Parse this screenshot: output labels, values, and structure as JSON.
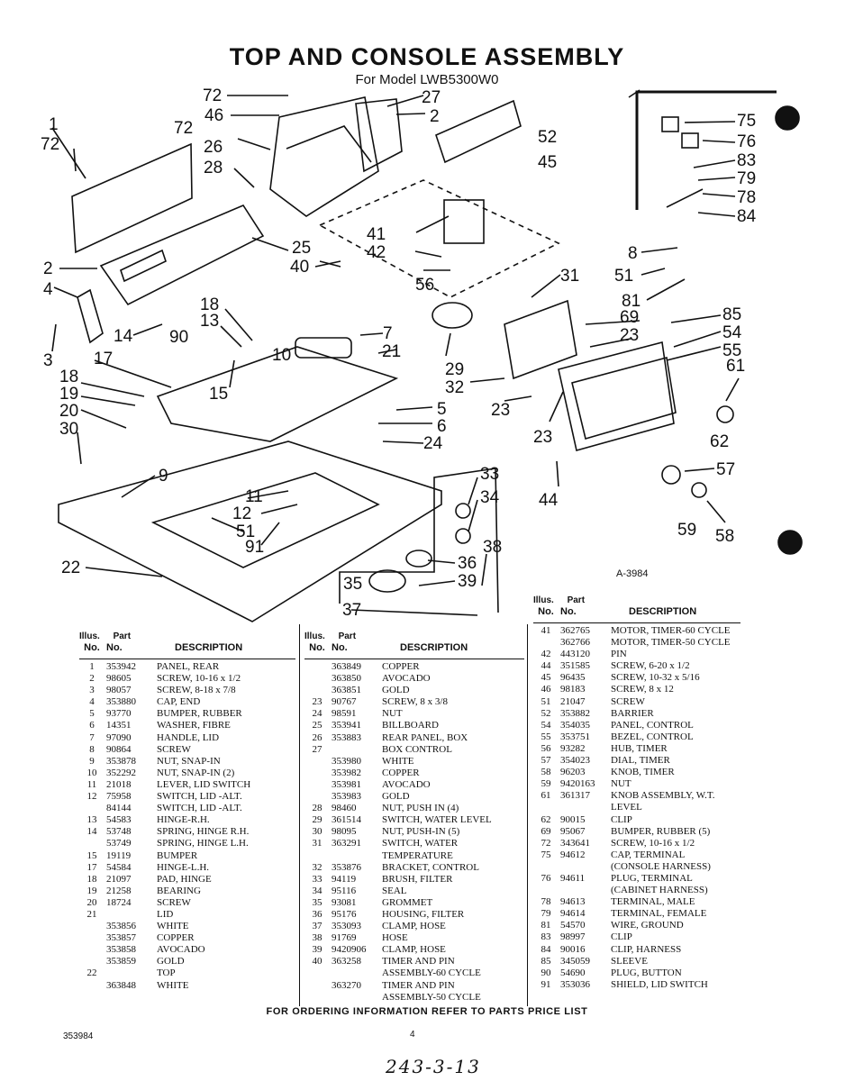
{
  "header": {
    "title": "TOP AND CONSOLE ASSEMBLY",
    "subtitle": "For Model LWB5300W0"
  },
  "diagram": {
    "figure_code": "A-3984",
    "callouts": [
      "1",
      "2",
      "3",
      "4",
      "5",
      "6",
      "7",
      "8",
      "9",
      "10",
      "11",
      "12",
      "13",
      "14",
      "15",
      "17",
      "18",
      "19",
      "20",
      "21",
      "22",
      "23",
      "24",
      "25",
      "26",
      "27",
      "28",
      "29",
      "30",
      "31",
      "32",
      "33",
      "34",
      "35",
      "36",
      "37",
      "38",
      "39",
      "40",
      "41",
      "42",
      "44",
      "45",
      "46",
      "51",
      "52",
      "54",
      "55",
      "56",
      "57",
      "58",
      "59",
      "61",
      "62",
      "69",
      "72",
      "75",
      "76",
      "78",
      "79",
      "81",
      "83",
      "84",
      "85",
      "90",
      "91"
    ]
  },
  "table": {
    "header": {
      "line1_a": "Illus.",
      "line1_b": "Part",
      "no": "No.",
      "part": "No.",
      "desc": "DESCRIPTION"
    },
    "col1": [
      [
        "1",
        "353942",
        "PANEL, REAR"
      ],
      [
        "2",
        "98605",
        "SCREW, 10-16 x 1/2"
      ],
      [
        "3",
        "98057",
        "SCREW, 8-18 x 7/8"
      ],
      [
        "4",
        "353880",
        "CAP, END"
      ],
      [
        "5",
        "93770",
        "BUMPER, RUBBER"
      ],
      [
        "6",
        "14351",
        "WASHER, FIBRE"
      ],
      [
        "7",
        "97090",
        "HANDLE, LID"
      ],
      [
        "8",
        "90864",
        "SCREW"
      ],
      [
        "9",
        "353878",
        "NUT, SNAP-IN"
      ],
      [
        "10",
        "352292",
        "NUT, SNAP-IN (2)"
      ],
      [
        "11",
        "21018",
        "LEVER, LID SWITCH"
      ],
      [
        "12",
        "75958",
        "SWITCH, LID -ALT."
      ],
      [
        "",
        "84144",
        "SWITCH, LID -ALT."
      ],
      [
        "13",
        "54583",
        "HINGE-R.H."
      ],
      [
        "14",
        "53748",
        "SPRING, HINGE R.H."
      ],
      [
        "",
        "53749",
        "SPRING, HINGE L.H."
      ],
      [
        "15",
        "19119",
        "BUMPER"
      ],
      [
        "17",
        "54584",
        "HINGE-L.H."
      ],
      [
        "18",
        "21097",
        "PAD, HINGE"
      ],
      [
        "19",
        "21258",
        "BEARING"
      ],
      [
        "20",
        "18724",
        "SCREW"
      ],
      [
        "21",
        "",
        "LID"
      ],
      [
        "",
        "353856",
        "WHITE"
      ],
      [
        "",
        "353857",
        "COPPER"
      ],
      [
        "",
        "353858",
        "AVOCADO"
      ],
      [
        "",
        "353859",
        "GOLD"
      ],
      [
        "22",
        "",
        "TOP"
      ],
      [
        "",
        "363848",
        "WHITE"
      ]
    ],
    "col2": [
      [
        "",
        "363849",
        "COPPER"
      ],
      [
        "",
        "363850",
        "AVOCADO"
      ],
      [
        "",
        "363851",
        "GOLD"
      ],
      [
        "23",
        "90767",
        "SCREW, 8 x 3/8"
      ],
      [
        "24",
        "98591",
        "NUT"
      ],
      [
        "25",
        "353941",
        "BILLBOARD"
      ],
      [
        "26",
        "353883",
        "REAR PANEL, BOX"
      ],
      [
        "27",
        "",
        "BOX CONTROL"
      ],
      [
        "",
        "353980",
        "WHITE"
      ],
      [
        "",
        "353982",
        "COPPER"
      ],
      [
        "",
        "353981",
        "AVOCADO"
      ],
      [
        "",
        "353983",
        "GOLD"
      ],
      [
        "28",
        "98460",
        "NUT, PUSH IN (4)"
      ],
      [
        "29",
        "361514",
        "SWITCH, WATER LEVEL"
      ],
      [
        "30",
        "98095",
        "NUT, PUSH-IN (5)"
      ],
      [
        "31",
        "363291",
        "SWITCH, WATER"
      ],
      [
        "",
        "",
        "TEMPERATURE"
      ],
      [
        "32",
        "353876",
        "BRACKET, CONTROL"
      ],
      [
        "33",
        "94119",
        "BRUSH, FILTER"
      ],
      [
        "34",
        "95116",
        "SEAL"
      ],
      [
        "35",
        "93081",
        "GROMMET"
      ],
      [
        "36",
        "95176",
        "HOUSING, FILTER"
      ],
      [
        "37",
        "353093",
        "CLAMP, HOSE"
      ],
      [
        "38",
        "91769",
        "HOSE"
      ],
      [
        "39",
        "9420906",
        "CLAMP, HOSE"
      ],
      [
        "40",
        "363258",
        "TIMER AND PIN"
      ],
      [
        "",
        "",
        "ASSEMBLY-60 CYCLE"
      ],
      [
        "",
        "363270",
        "TIMER AND PIN"
      ],
      [
        "",
        "",
        "ASSEMBLY-50 CYCLE"
      ]
    ],
    "col3": [
      [
        "41",
        "362765",
        "MOTOR, TIMER-60 CYCLE"
      ],
      [
        "",
        "362766",
        "MOTOR, TIMER-50 CYCLE"
      ],
      [
        "42",
        "443120",
        "PIN"
      ],
      [
        "44",
        "351585",
        "SCREW, 6-20 x 1/2"
      ],
      [
        "45",
        "96435",
        "SCREW, 10-32 x 5/16"
      ],
      [
        "46",
        "98183",
        "SCREW, 8 x 12"
      ],
      [
        "51",
        "21047",
        "SCREW"
      ],
      [
        "52",
        "353882",
        "BARRIER"
      ],
      [
        "54",
        "354035",
        "PANEL, CONTROL"
      ],
      [
        "55",
        "353751",
        "BEZEL, CONTROL"
      ],
      [
        "56",
        "93282",
        "HUB, TIMER"
      ],
      [
        "57",
        "354023",
        "DIAL, TIMER"
      ],
      [
        "58",
        "96203",
        "KNOB, TIMER"
      ],
      [
        "59",
        "9420163",
        "NUT"
      ],
      [
        "61",
        "361317",
        "KNOB ASSEMBLY, W.T."
      ],
      [
        "",
        "",
        "LEVEL"
      ],
      [
        "62",
        "90015",
        "CLIP"
      ],
      [
        "69",
        "95067",
        "BUMPER, RUBBER (5)"
      ],
      [
        "72",
        "343641",
        "SCREW, 10-16 x 1/2"
      ],
      [
        "75",
        "94612",
        "CAP, TERMINAL"
      ],
      [
        "",
        "",
        "(CONSOLE HARNESS)"
      ],
      [
        "76",
        "94611",
        "PLUG, TERMINAL"
      ],
      [
        "",
        "",
        "(CABINET HARNESS)"
      ],
      [
        "78",
        "94613",
        "TERMINAL, MALE"
      ],
      [
        "79",
        "94614",
        "TERMINAL, FEMALE"
      ],
      [
        "81",
        "54570",
        "WIRE, GROUND"
      ],
      [
        "83",
        "98997",
        "CLIP"
      ],
      [
        "84",
        "90016",
        "CLIP, HARNESS"
      ],
      [
        "85",
        "345059",
        "SLEEVE"
      ],
      [
        "90",
        "54690",
        "PLUG, BUTTON"
      ],
      [
        "91",
        "353036",
        "SHIELD, LID SWITCH"
      ]
    ]
  },
  "footer": {
    "ordering_note": "FOR ORDERING INFORMATION REFER TO PARTS PRICE LIST",
    "figure_number": "353984",
    "page_number": "4",
    "handwritten": "243-3-13"
  }
}
